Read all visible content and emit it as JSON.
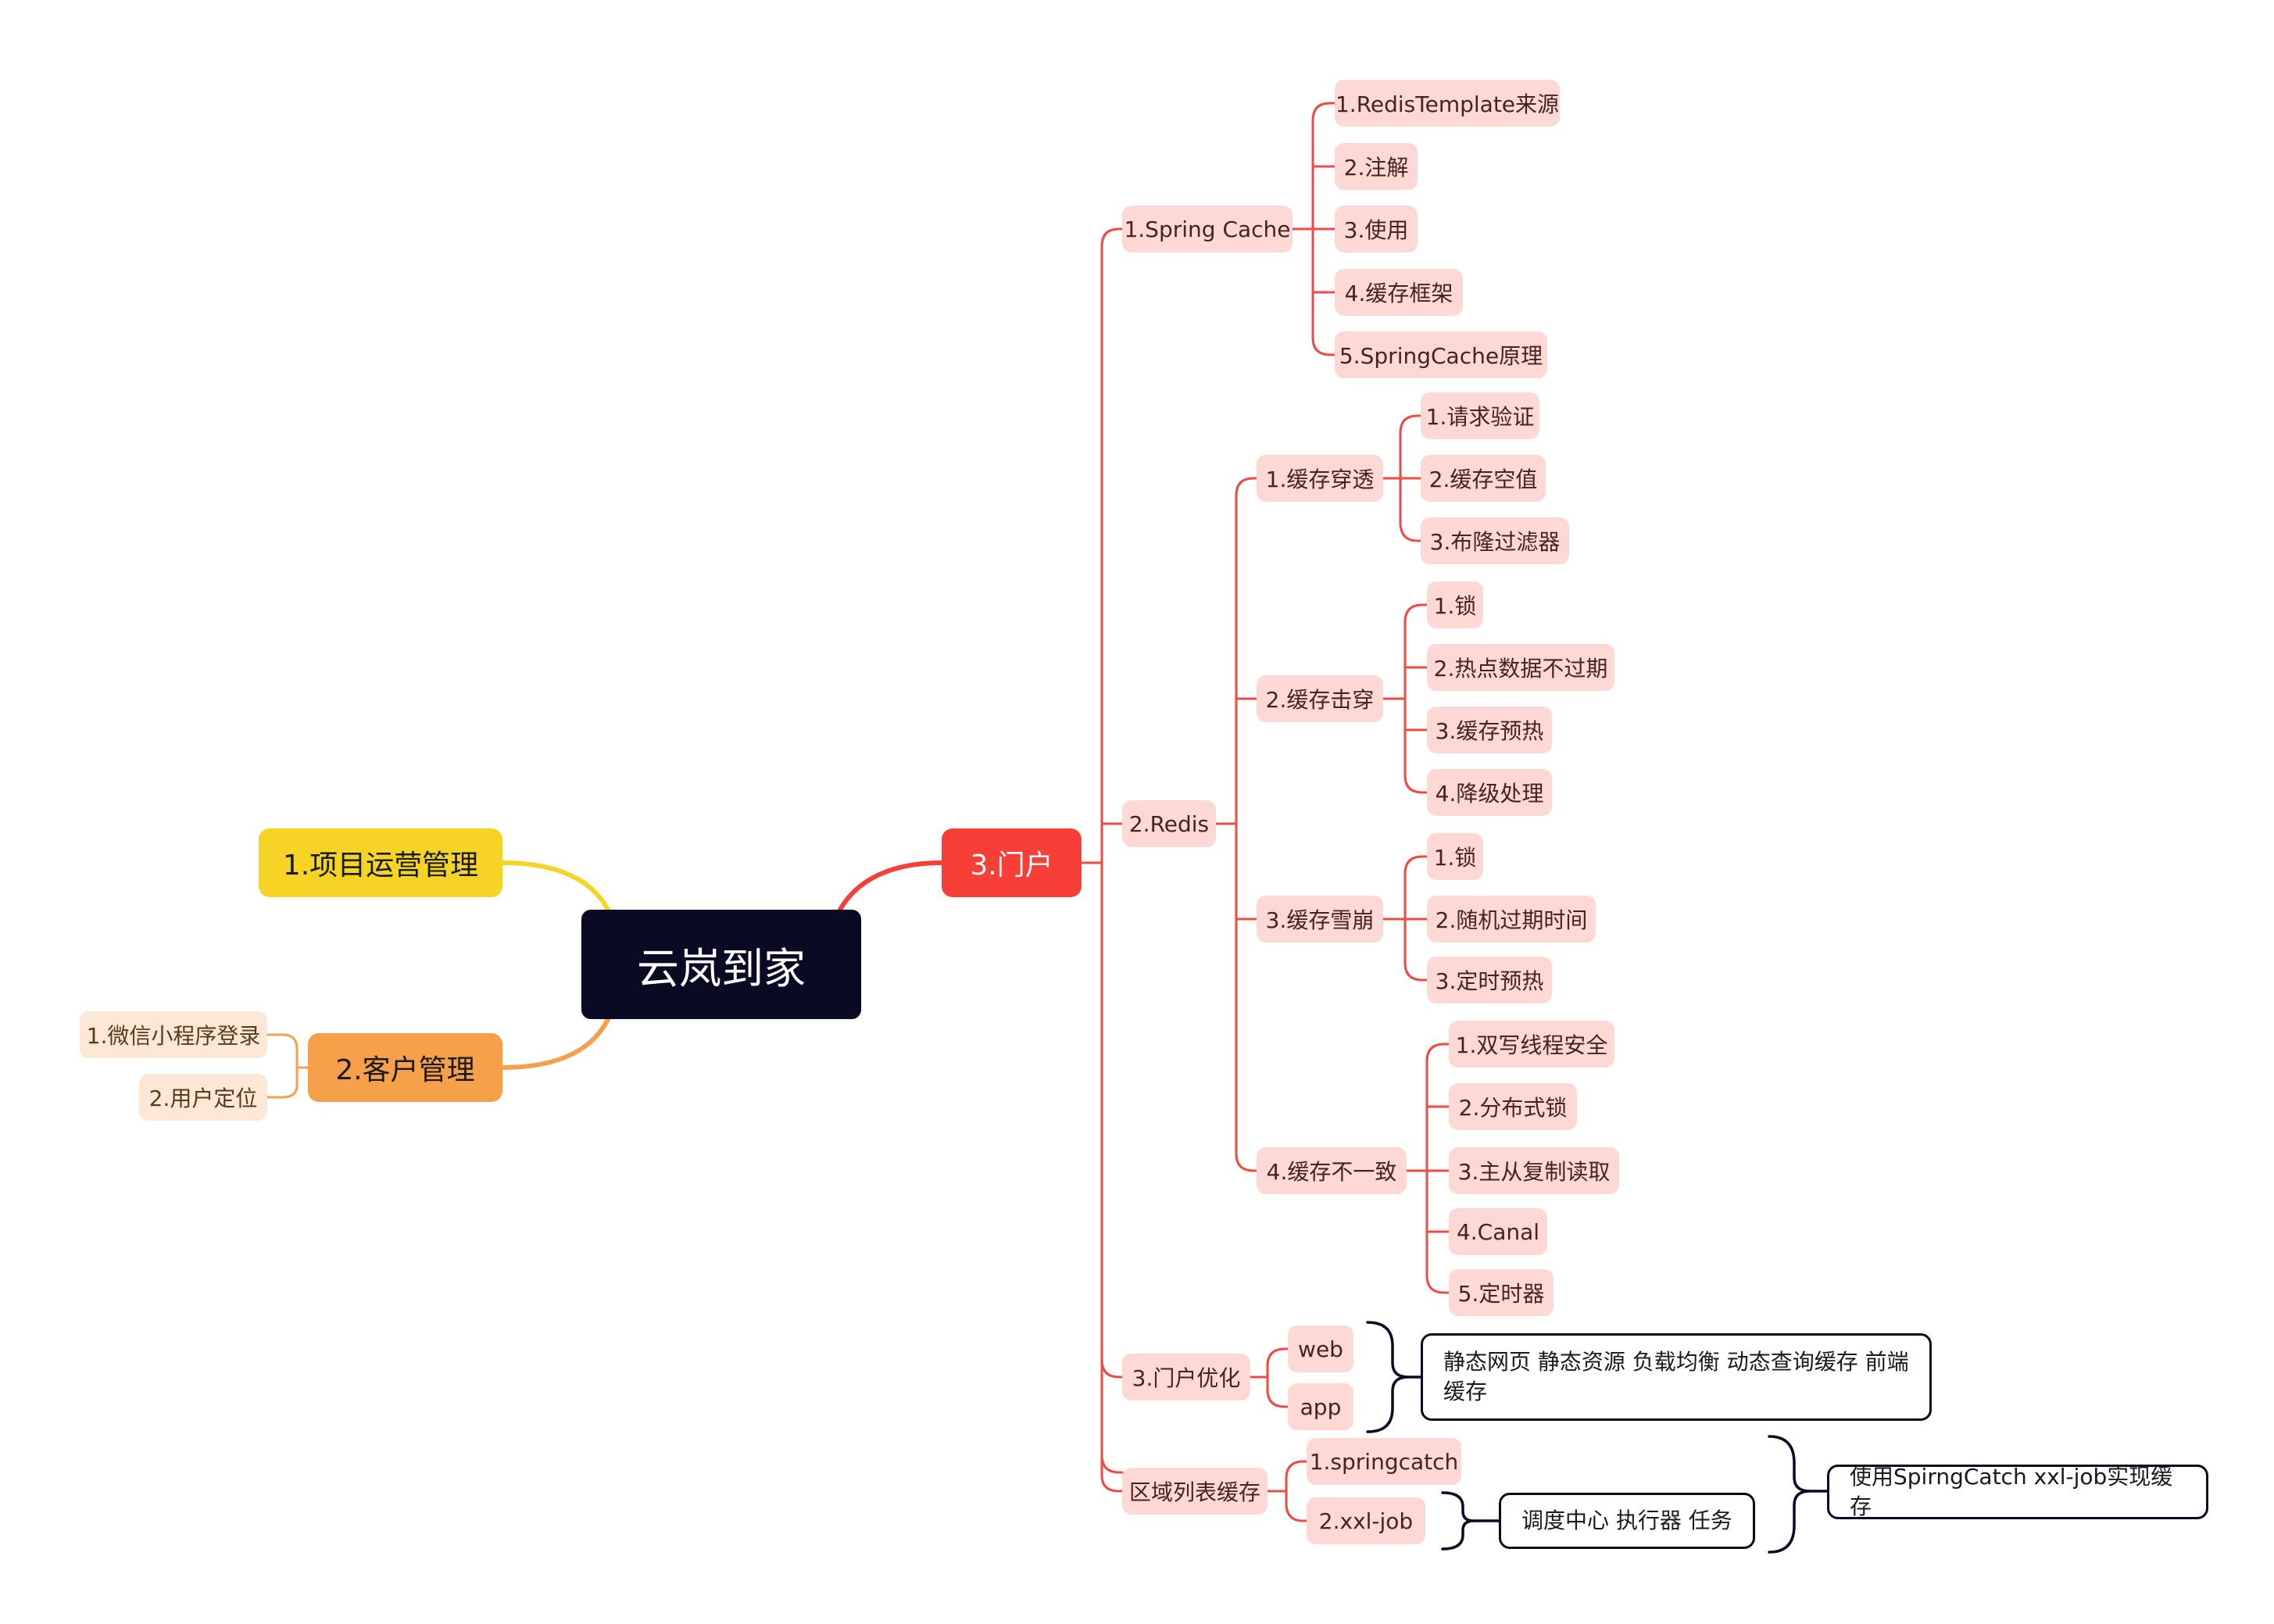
{
  "root": {
    "label": "云岚到家"
  },
  "branches": {
    "project": {
      "label": "1.项目运营管理"
    },
    "customer": {
      "label": "2.客户管理",
      "children": [
        "1.微信小程序登录",
        "2.用户定位"
      ]
    },
    "portal": {
      "label": "3.门户",
      "spring_cache": {
        "label": "1.Spring Cache",
        "children": [
          "1.RedisTemplate来源",
          "2.注解",
          "3.使用",
          "4.缓存框架",
          "5.SpringCache原理"
        ]
      },
      "redis": {
        "label": "2.Redis",
        "penetration": {
          "label": "1.缓存穿透",
          "children": [
            "1.请求验证",
            "2.缓存空值",
            "3.布隆过滤器"
          ]
        },
        "breakdown": {
          "label": "2.缓存击穿",
          "children": [
            "1.锁",
            "2.热点数据不过期",
            "3.缓存预热",
            "4.降级处理"
          ]
        },
        "avalanche": {
          "label": "3.缓存雪崩",
          "children": [
            "1.锁",
            "2.随机过期时间",
            "3.定时预热"
          ]
        },
        "inconsistency": {
          "label": "4.缓存不一致",
          "children": [
            "1.双写线程安全",
            "2.分布式锁",
            "3.主从复制读取",
            "4.Canal",
            "5.定时器"
          ]
        }
      },
      "optimization": {
        "label": "3.门户优化",
        "children": [
          "web",
          "app"
        ],
        "summary": "静态网页 静态资源 负载均衡 动态查询缓存 前端缓存"
      },
      "region_cache": {
        "label": "区域列表缓存",
        "children": [
          "1.springcatch",
          "2.xxl-job"
        ],
        "xxl_summary": "调度中心 执行器 任务",
        "summary": "使用SpirngCatch xxl-job实现缓存"
      }
    }
  },
  "colors": {
    "root": "#0b0a24",
    "portal": "#f73e37",
    "project": "#f5d425",
    "customer": "#f6a04c",
    "sub_node": "#fdd8d5",
    "customer_sub": "#fde8d6"
  }
}
